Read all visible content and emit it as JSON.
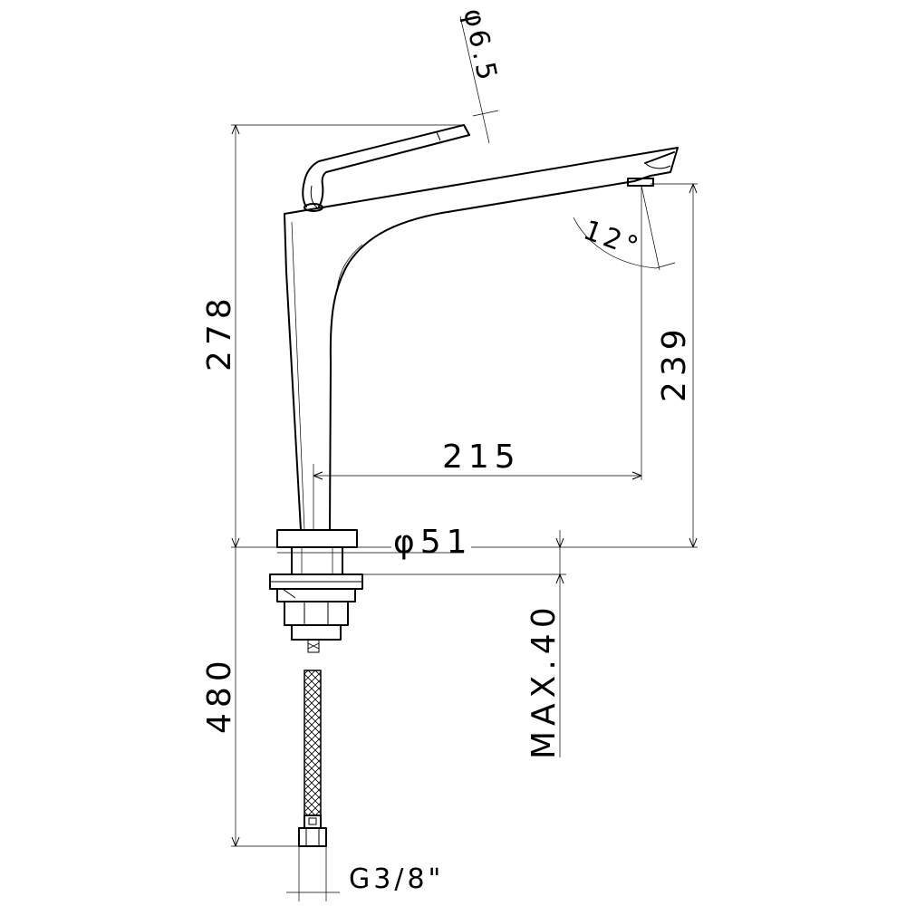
{
  "dimensions": {
    "handle_diameter": "φ6.5",
    "total_height": "278",
    "spout_height": "239",
    "spout_reach": "215",
    "spout_angle": "12°",
    "base_diameter": "φ51",
    "max_deck_thickness": "MAX.40",
    "hose_length": "480",
    "connection_thread": "G3/8\""
  }
}
